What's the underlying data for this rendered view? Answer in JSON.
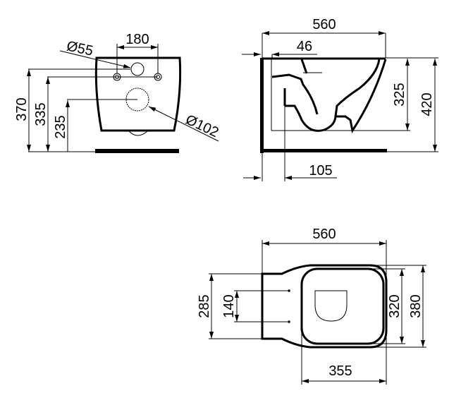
{
  "front_view": {
    "width_between_fixings": "180",
    "inlet_diameter": "Ø55",
    "outlet_diameter": "Ø102",
    "height_inlet": "370",
    "height_fixings": "335",
    "height_outlet": "235"
  },
  "side_view": {
    "total_length": "560",
    "inlet_offset": "46",
    "bowl_height": "325",
    "total_height": "420",
    "outlet_offset": "105"
  },
  "top_view": {
    "total_length": "560",
    "back_width": "285",
    "fixing_spacing": "140",
    "seat_width": "320",
    "bowl_width": "380",
    "bowl_length": "355"
  }
}
